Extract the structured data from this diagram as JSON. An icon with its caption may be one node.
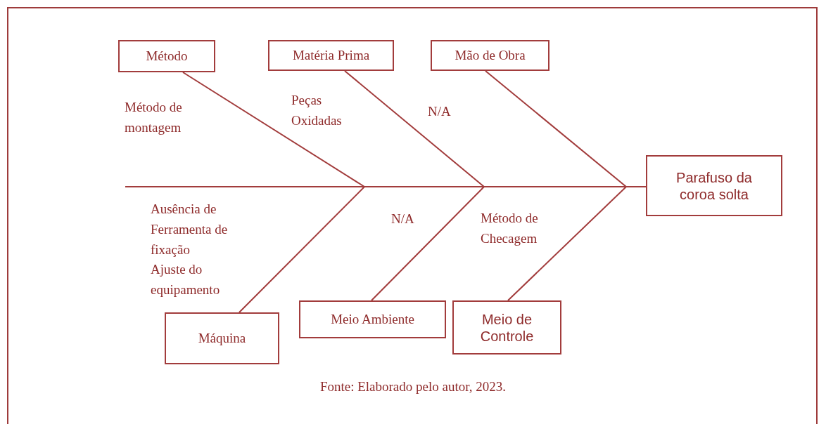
{
  "diagram": {
    "caption": "Fonte: Elaborado pelo autor, 2023.",
    "nodes": [
      {
        "text": [
          "Método"
        ]
      },
      {
        "text": [
          "Matéria Prima"
        ]
      },
      {
        "text": [
          "Mão de Obra"
        ]
      },
      {
        "text": [
          "Parafuso da coroa solta"
        ]
      },
      {
        "text": [
          "Máquina"
        ]
      },
      {
        "text": [
          "Meio Ambiente"
        ]
      },
      {
        "text": [
          "Meio de Controle"
        ]
      }
    ],
    "edges": [
      {
        "from": null,
        "to": 3,
        "arrow": "none"
      },
      {
        "from": 0,
        "to": 3,
        "arrow": "none"
      },
      {
        "from": 1,
        "to": 3,
        "arrow": "none"
      },
      {
        "from": 2,
        "to": 3,
        "arrow": "none"
      },
      {
        "from": 4,
        "to": 3,
        "arrow": "none"
      },
      {
        "from": 5,
        "to": 3,
        "arrow": "none"
      },
      {
        "from": 6,
        "to": 3,
        "arrow": "none"
      }
    ],
    "labels": [
      "Método de montagem",
      "Peças Oxidadas",
      "N/A",
      "Ausência de Ferramenta de fixação",
      "Ajuste do equipamento",
      "N/A",
      "Método de Checagem"
    ]
  }
}
